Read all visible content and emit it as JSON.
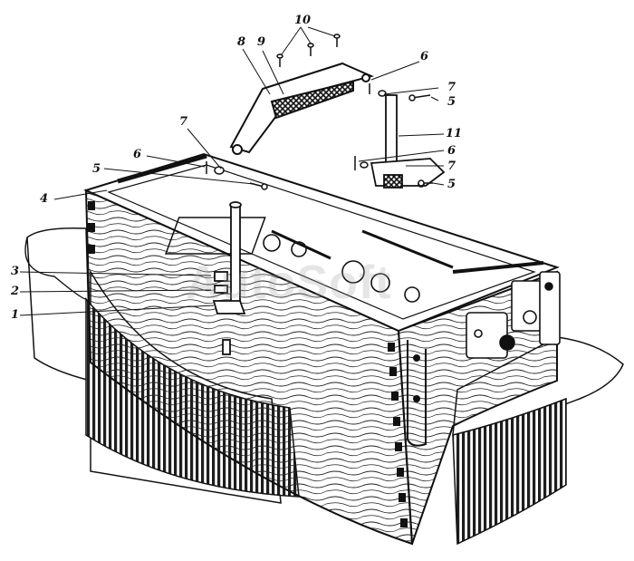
{
  "watermark": "AutoSoft",
  "colors": {
    "ink": "#111111",
    "paper": "#ffffff",
    "shade": "#2a2a2a",
    "watermark": "#a0a0a0"
  },
  "callouts": [
    {
      "id": "label-10",
      "text": "10"
    },
    {
      "id": "label-8",
      "text": "8"
    },
    {
      "id": "label-9",
      "text": "9"
    },
    {
      "id": "label-6-top",
      "text": "6"
    },
    {
      "id": "label-7-top",
      "text": "7"
    },
    {
      "id": "label-5-top",
      "text": "5"
    },
    {
      "id": "label-11",
      "text": "11"
    },
    {
      "id": "label-6-mid",
      "text": "6"
    },
    {
      "id": "label-7-mid",
      "text": "7"
    },
    {
      "id": "label-5-mid",
      "text": "5"
    },
    {
      "id": "label-7-left",
      "text": "7"
    },
    {
      "id": "label-6-left",
      "text": "6"
    },
    {
      "id": "label-5-left",
      "text": "5"
    },
    {
      "id": "label-4",
      "text": "4"
    },
    {
      "id": "label-3",
      "text": "3"
    },
    {
      "id": "label-2",
      "text": "2"
    },
    {
      "id": "label-1",
      "text": "1"
    }
  ]
}
